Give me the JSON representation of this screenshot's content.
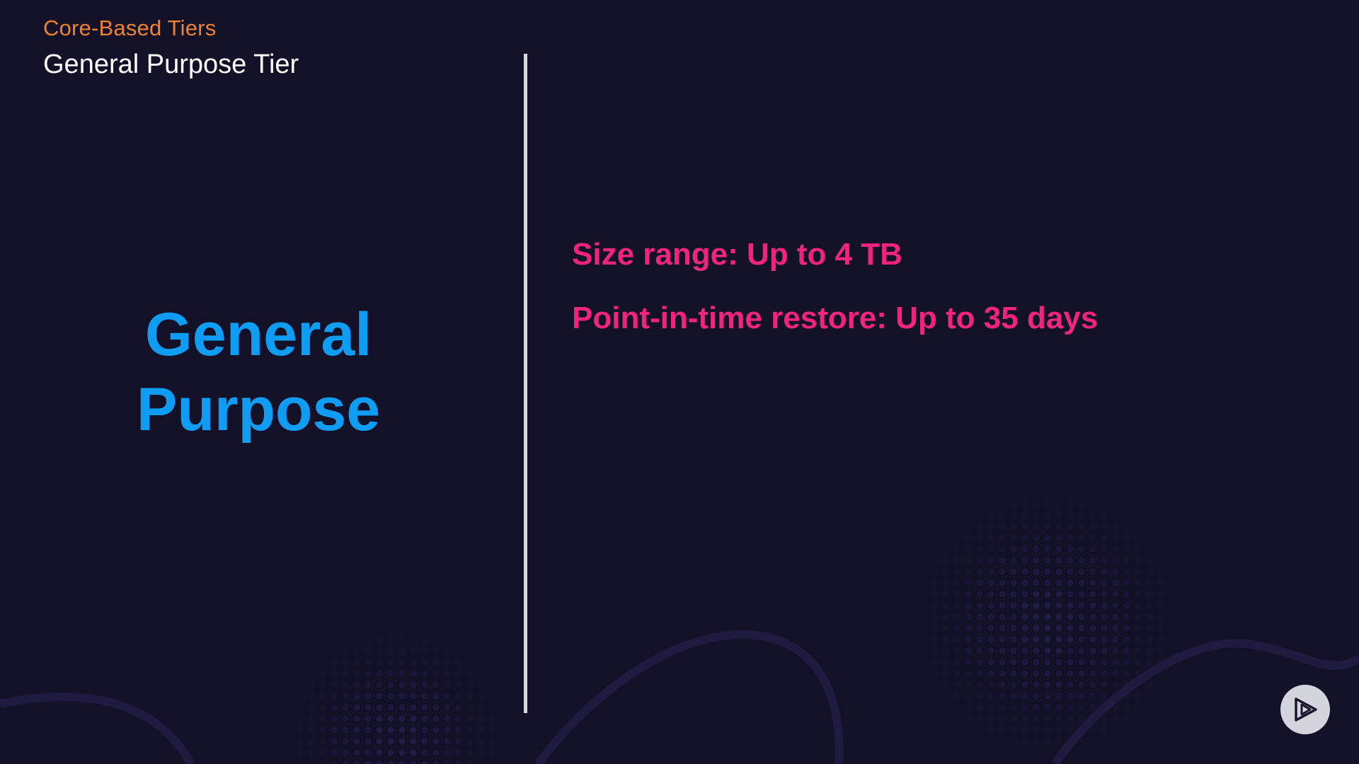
{
  "header": {
    "breadcrumb": "Core-Based Tiers",
    "title": "General Purpose Tier"
  },
  "hero": {
    "line1": "General",
    "line2": "Purpose"
  },
  "bullets": [
    {
      "text": "Size range: Up to 4 TB"
    },
    {
      "text": "Point-in-time restore: Up to 35 days"
    }
  ],
  "colors": {
    "background": "#131127",
    "breadcrumb": "#f0822f",
    "hero": "#0f9cf3",
    "bullets": "#f0247c",
    "divider": "#d9d9e0"
  },
  "icons": {
    "player_logo": "play-logo-icon"
  }
}
